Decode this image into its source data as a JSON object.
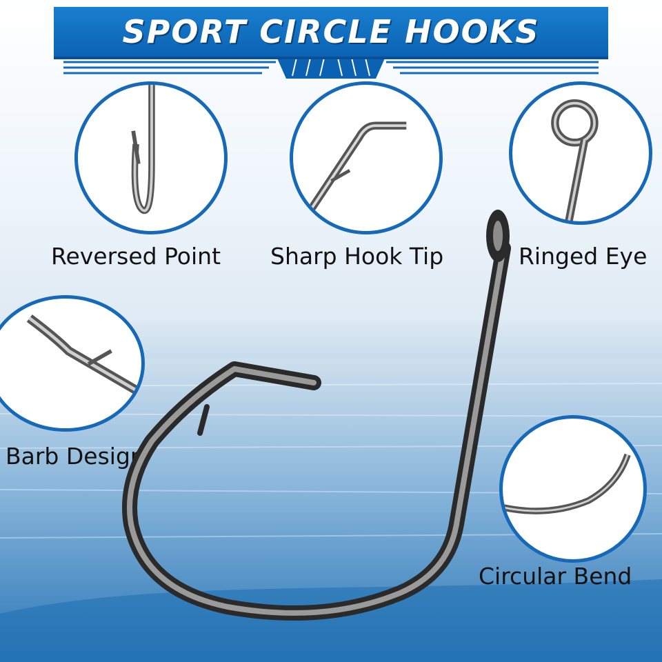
{
  "title": "SPORT CIRCLE HOOKS",
  "features": [
    {
      "label": "Reversed Point",
      "icon": "reversed-point-closeup"
    },
    {
      "label": "Sharp Hook Tip",
      "icon": "hook-tip-closeup"
    },
    {
      "label": "Ringed Eye",
      "icon": "ringed-eye-closeup"
    },
    {
      "label": "Barb Design",
      "icon": "barb-closeup"
    },
    {
      "label": "Circular Bend",
      "icon": "bend-closeup"
    }
  ],
  "colors": {
    "accent": "#1668b8",
    "title_bg": "#0b62b3",
    "title_text": "#ffffff",
    "label_text": "#111111"
  }
}
